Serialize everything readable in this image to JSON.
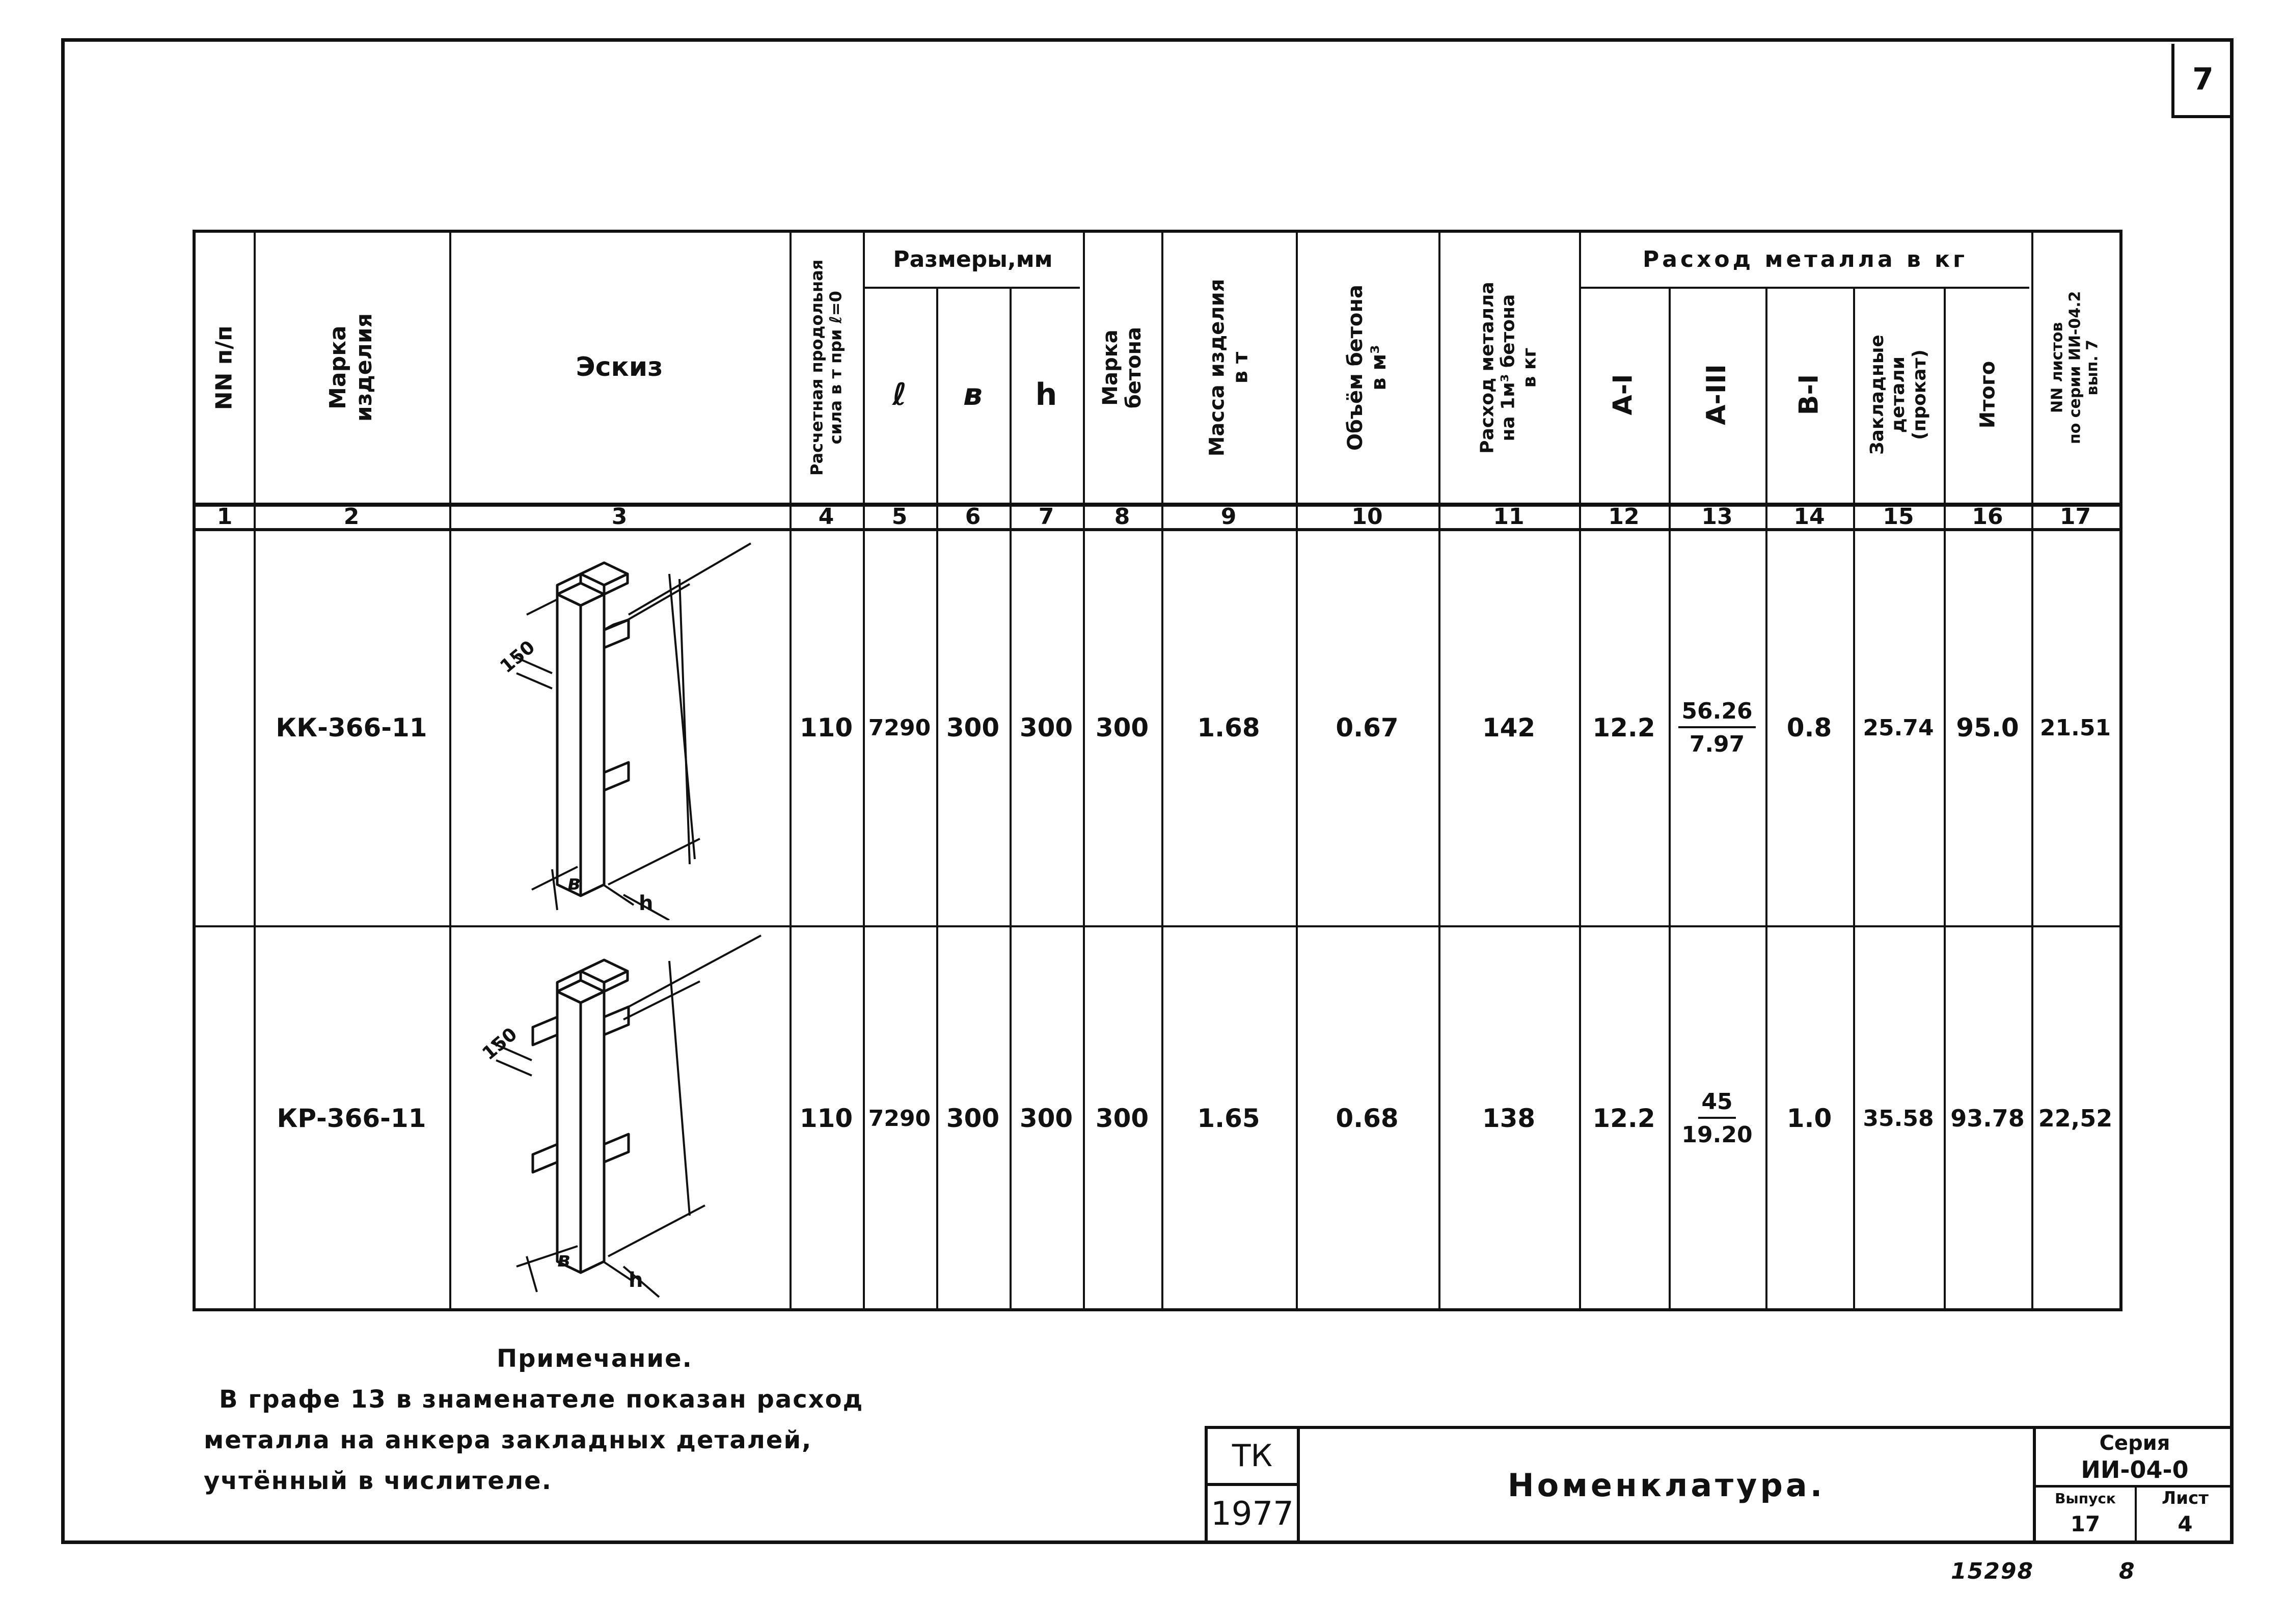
{
  "page_number": "7",
  "table": {
    "headers": {
      "col1": "NN п/п",
      "col2": "Марка\nизделия",
      "col3": "Эскиз",
      "col4": "Расчетная продольная\nсила в т при ℓ=0",
      "dimensions_group": "Размеры,мм",
      "col5": "ℓ",
      "col6": "в",
      "col7": "h",
      "col8": "Марка\nбетона",
      "col9": "Масса изделия\nв т",
      "col10": "Объём бетона\nв м³",
      "col11": "Расход металла\nна 1м³ бетона\nв кг",
      "metal_group": "Расход металла в кг",
      "col12": "А-I",
      "col13": "А-III",
      "col14": "В-I",
      "col15": "Закладные\nдетали\n(прокат)",
      "col16": "Итого",
      "col17": "NN листов\nпо серии ИИ-04.2\nвып. 7"
    },
    "column_numbers": [
      "1",
      "2",
      "3",
      "4",
      "5",
      "6",
      "7",
      "8",
      "9",
      "10",
      "11",
      "12",
      "13",
      "14",
      "15",
      "16",
      "17"
    ],
    "rows": [
      {
        "mark": "КК-366-11",
        "force": "110",
        "l": "7290",
        "b": "300",
        "h": "300",
        "concrete": "300",
        "mass": "1.68",
        "volume": "0.67",
        "metal_per_m3": "142",
        "a1": "12.2",
        "a3_num": "56.26",
        "a3_den": "7.97",
        "b1": "0.8",
        "embedded": "25.74",
        "total": "95.0",
        "sheets": "21.51",
        "sketch_dim": "150",
        "sketch_b": "в",
        "sketch_h": "h"
      },
      {
        "mark": "КР-366-11",
        "force": "110",
        "l": "7290",
        "b": "300",
        "h": "300",
        "concrete": "300",
        "mass": "1.65",
        "volume": "0.68",
        "metal_per_m3": "138",
        "a1": "12.2",
        "a3_num": "45",
        "a3_den": "19.20",
        "b1": "1.0",
        "embedded": "35.58",
        "total": "93.78",
        "sheets": "22,52",
        "sketch_dim": "150",
        "sketch_b": "в",
        "sketch_h": "h"
      }
    ]
  },
  "note": {
    "title": "Примечание.",
    "lines": [
      "В графе 13 в знаменателе показан расход",
      "металла на анкера закладных деталей,",
      "учтённый в числителе."
    ]
  },
  "title_block": {
    "org": "ТК",
    "year": "1977",
    "title": "Номенклатура.",
    "series_label": "Серия",
    "series_value": "ИИ-04-0",
    "issue_label": "Выпуск",
    "issue_value": "17",
    "sheet_label": "Лист",
    "sheet_value": "4"
  },
  "footer_marks": {
    "inventory": "15298",
    "mark": "8"
  }
}
